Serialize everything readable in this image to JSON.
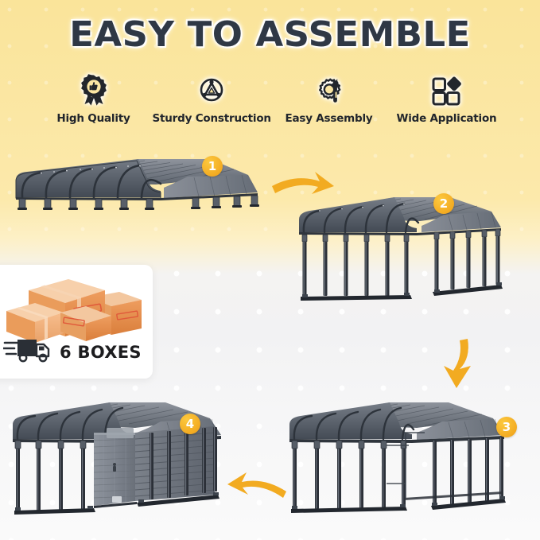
{
  "header": {
    "title": "EASY TO ASSEMBLE",
    "title_color": "#2f3845"
  },
  "features": [
    {
      "label": "High Quality",
      "icon": "quality-badge-icon"
    },
    {
      "label": "Sturdy Construction",
      "icon": "triangle-in-circle-icon"
    },
    {
      "label": "Easy Assembly",
      "icon": "gear-wrench-icon"
    },
    {
      "label": "Wide Application",
      "icon": "four-squares-icon"
    }
  ],
  "steps": [
    {
      "number": "1",
      "name": "roof-panel-assembly"
    },
    {
      "number": "2",
      "name": "roof-with-legs"
    },
    {
      "number": "3",
      "name": "full-frame"
    },
    {
      "number": "4",
      "name": "finished-carport-with-walls"
    }
  ],
  "shipping": {
    "boxes_label": "6 BOXES",
    "truck_icon": "delivery-truck-icon",
    "boxes_icon": "cardboard-boxes-icon"
  },
  "arrows": [
    {
      "name": "arrow-step1-to-step2",
      "direction": "right-down"
    },
    {
      "name": "arrow-step2-to-step3",
      "direction": "down"
    },
    {
      "name": "arrow-step3-to-step4",
      "direction": "left"
    }
  ],
  "colors": {
    "background_top": "#fae49a",
    "background_bottom": "#fafafa",
    "accent": "#f3ab22",
    "metal_dark": "#3a4048",
    "metal_light": "#8b9099",
    "box_brown": "#e08a4a"
  }
}
